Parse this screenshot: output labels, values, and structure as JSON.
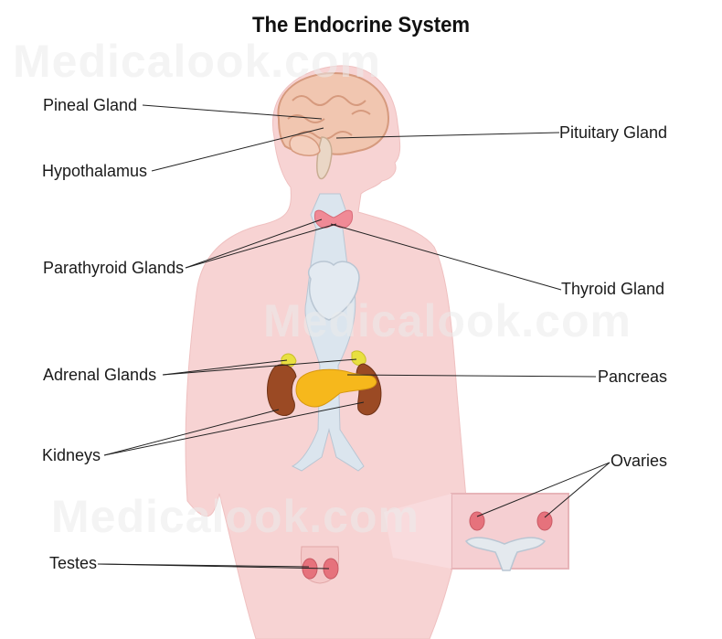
{
  "title": "The Endocrine System",
  "watermark": "Medicalook.com",
  "labels": {
    "pineal": "Pineal Gland",
    "hypothalamus": "Hypothalamus",
    "pituitary": "Pituitary Gland",
    "parathyroid": "Parathyroid Glands",
    "thyroid": "Thyroid Gland",
    "adrenal": "Adrenal Glands",
    "pancreas": "Pancreas",
    "kidneys": "Kidneys",
    "ovaries": "Ovaries",
    "testes": "Testes"
  },
  "colors": {
    "body": "#f7d3d3",
    "brain": "#f1c6b0",
    "kidney": "#9b4a24",
    "pancreas": "#f6b81c",
    "adrenal": "#e8e040",
    "thyroid": "#f08a96",
    "gland_pink": "#e6727c",
    "vessels": "#d9e3ec"
  }
}
